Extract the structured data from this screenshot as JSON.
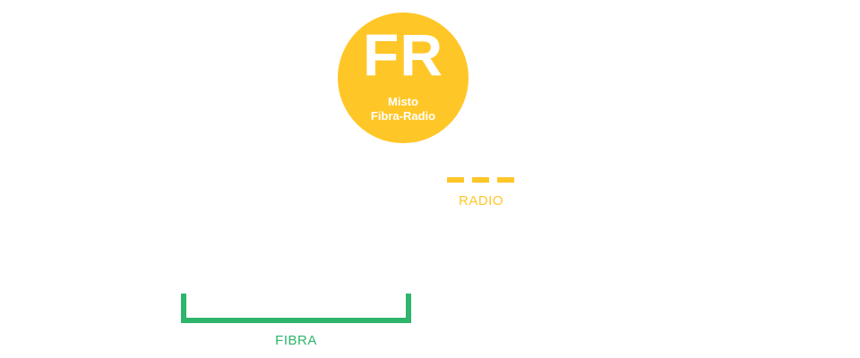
{
  "badge": {
    "code": "FR",
    "line1": "Misto",
    "line2": "Fibra-Radio",
    "color": "#FFC627"
  },
  "legend": {
    "radio": {
      "label": "RADIO",
      "style": "dashed",
      "color": "#FFC627"
    },
    "fibra": {
      "label": "FIBRA",
      "style": "solid-bracket",
      "color": "#2DB56B"
    }
  }
}
